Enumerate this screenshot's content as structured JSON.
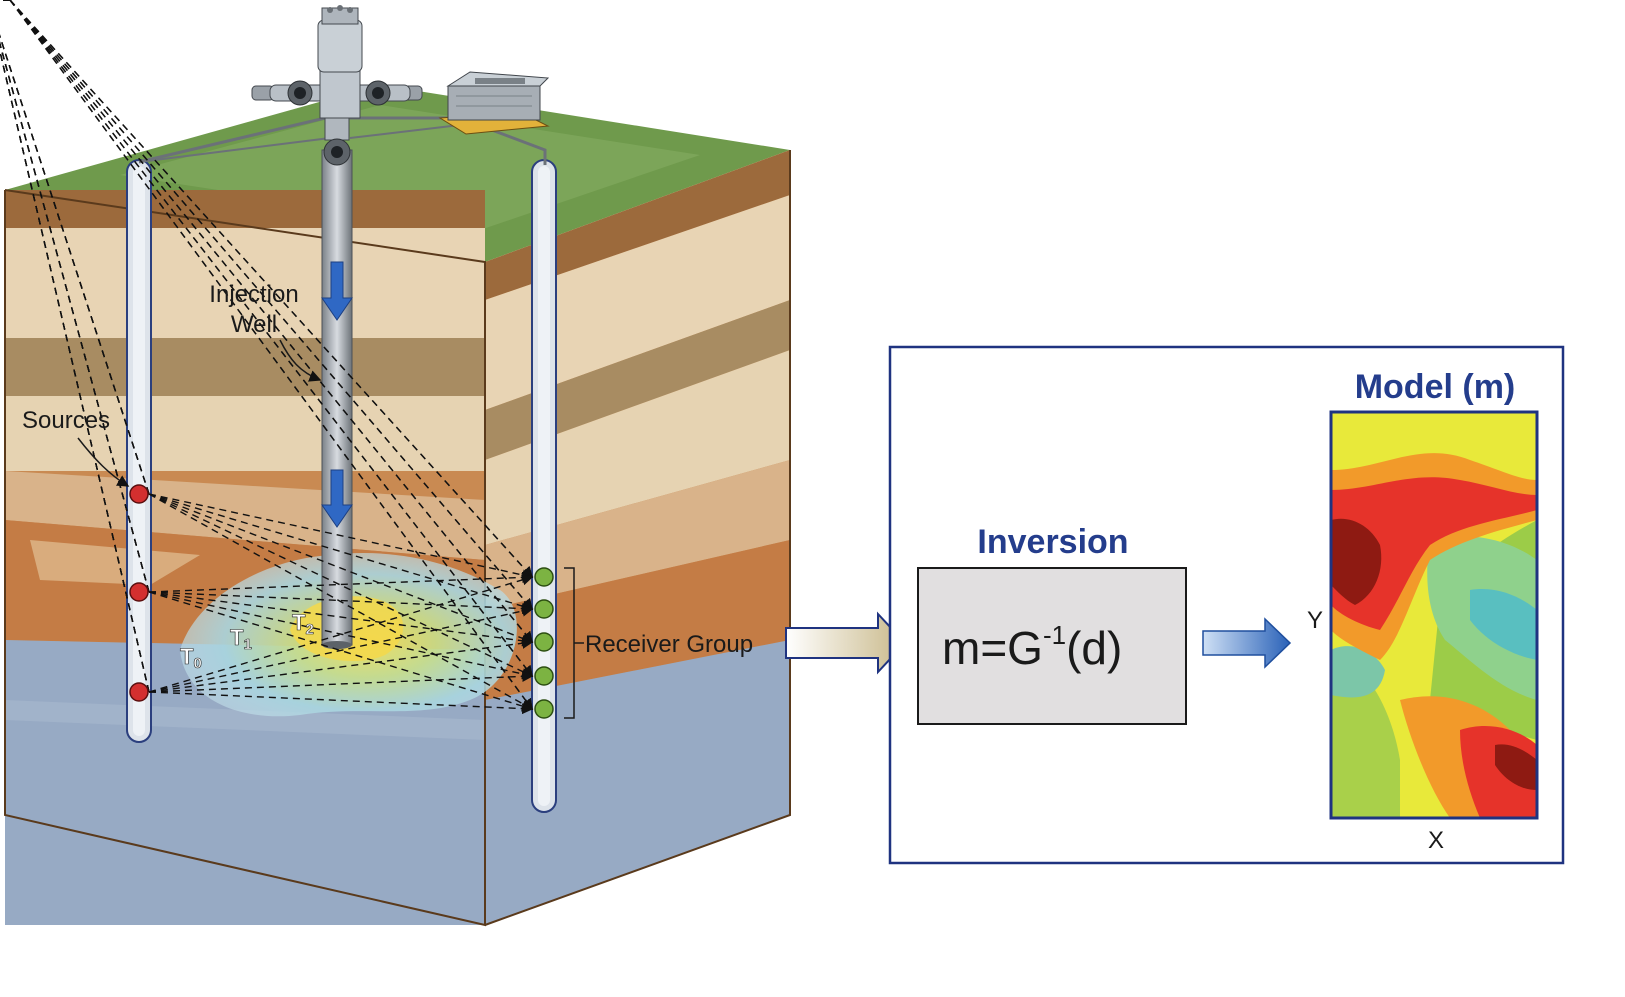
{
  "labels": {
    "injection_well_line1": "Injection",
    "injection_well_line2": "Well",
    "sources": "Sources",
    "receiver_group": "Receiver Group",
    "t0": "T",
    "t0_sub": "0",
    "t1": "T",
    "t1_sub": "1",
    "t2": "T",
    "t2_sub": "2"
  },
  "inversion": {
    "title": "Inversion",
    "formula_left": "m=G",
    "formula_sup": "-1",
    "formula_right": "(d)"
  },
  "model": {
    "title": "Model (m)",
    "axis_y": "Y",
    "axis_x": "X"
  },
  "colors": {
    "title_blue": "#243d8c",
    "frame_blue": "#1f3380",
    "grass": "#6f9a4c",
    "receiver": "#7cb342",
    "source": "#d32f2f"
  },
  "icons": [
    "wellhead-icon",
    "monitoring-unit-icon",
    "down-arrow-icon",
    "right-arrow-icon"
  ]
}
